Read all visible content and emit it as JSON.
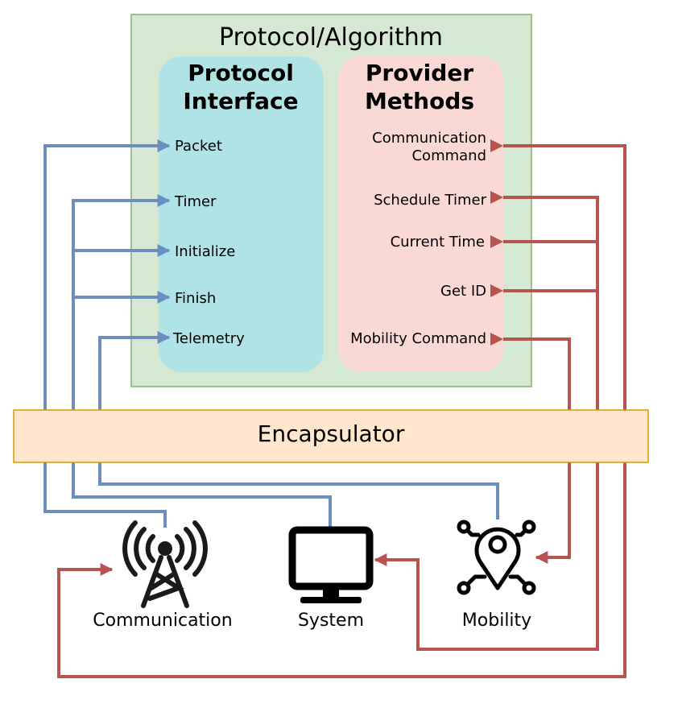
{
  "title": "Protocol/Algorithm",
  "protocol_interface": {
    "heading_line1": "Protocol",
    "heading_line2": "Interface",
    "items": [
      "Packet",
      "Timer",
      "Initialize",
      "Finish",
      "Telemetry"
    ]
  },
  "provider_methods": {
    "heading_line1": "Provider",
    "heading_line2": "Methods",
    "items": [
      {
        "line1": "Communication",
        "line2": "Command"
      },
      {
        "line1": "Schedule Timer"
      },
      {
        "line1": "Current Time"
      },
      {
        "line1": "Get ID"
      },
      {
        "line1": "Mobility Command"
      }
    ]
  },
  "encapsulator": "Encapsulator",
  "components": {
    "communication": "Communication",
    "system": "System",
    "mobility": "Mobility"
  },
  "colors": {
    "outer_fill": "#d5e8d4",
    "outer_stroke": "#82b366",
    "interface_fill": "#b0e3e6",
    "methods_fill": "#fad9d5",
    "encapsulator_fill": "#ffe6cc",
    "encapsulator_stroke": "#d79b00",
    "blue_line": "#6c8ebf",
    "red_line": "#b85450"
  },
  "icons": {
    "communication": "antenna-tower-icon",
    "system": "monitor-icon",
    "mobility": "location-pin-network-icon"
  }
}
